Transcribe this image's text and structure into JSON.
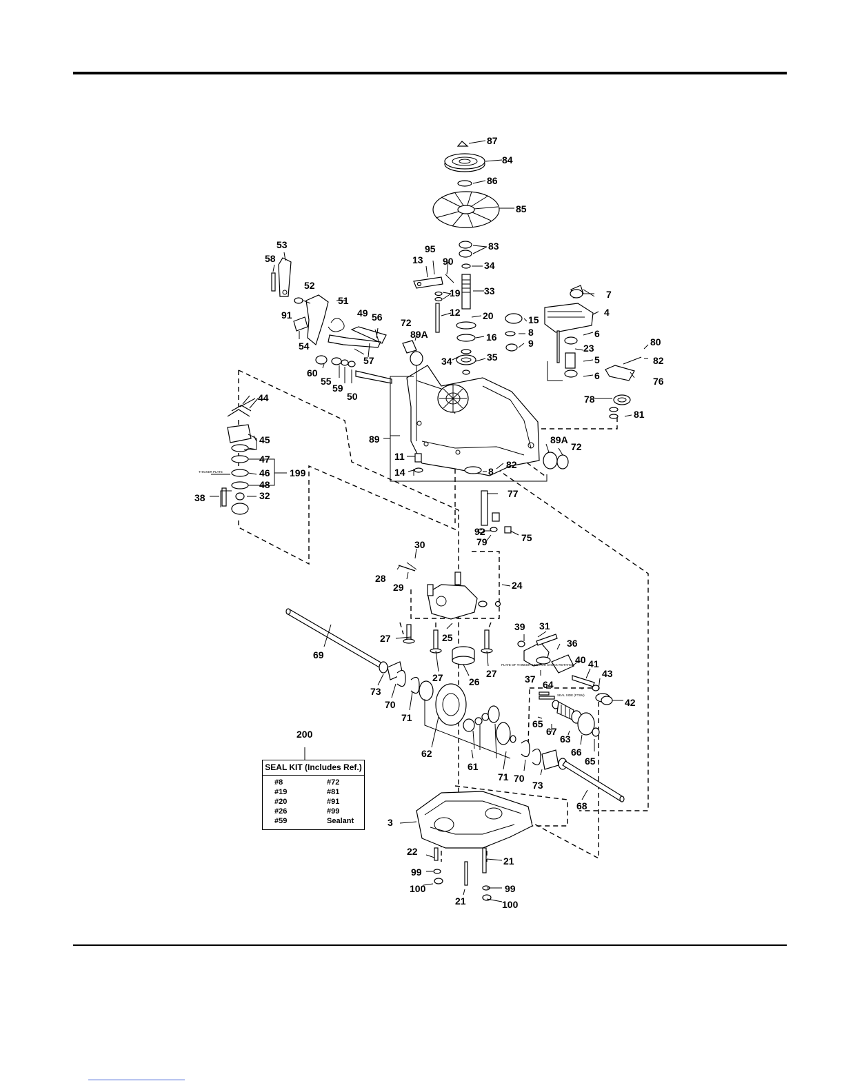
{
  "seal_kit": {
    "ref": "200",
    "title": "SEAL KIT (Includes Ref.)",
    "items_left": [
      "#8",
      "#19",
      "#20",
      "#26",
      "#59"
    ],
    "items_right": [
      "#72",
      "#81",
      "#91",
      "#99",
      "Sealant"
    ]
  },
  "tiny_labels": {
    "thicker_plate": "THICKER PLATE",
    "plate_note": "PLATE OF THINKER SIDE FOR CHECK-ROTATION",
    "seal_side": "SEAL SIDE (FTSM)"
  },
  "callouts": {
    "c87": "87",
    "c84": "84",
    "c86": "86",
    "c85": "85",
    "c53": "53",
    "c58": "58",
    "c52": "52",
    "c91": "91",
    "c51": "51",
    "c54": "54",
    "c49": "49",
    "c56": "56",
    "c57": "57",
    "c60": "60",
    "c55": "55",
    "c59": "59",
    "c50": "50",
    "c95": "95",
    "c13": "13",
    "c90": "90",
    "c83": "83",
    "c34a": "34",
    "c19": "19",
    "c33": "33",
    "c12": "12",
    "c20": "20",
    "c16": "16",
    "c34b": "34",
    "c35": "35",
    "c72a": "72",
    "c89Aa": "89A",
    "c15": "15",
    "c8a": "8",
    "c9": "9",
    "c7": "7",
    "c4": "4",
    "c6a": "6",
    "c23": "23",
    "c5": "5",
    "c6b": "6",
    "c80": "80",
    "c82a": "82",
    "c76": "76",
    "c78": "78",
    "c81": "81",
    "c44": "44",
    "c45": "45",
    "c47": "47",
    "c46": "46",
    "c48": "48",
    "c199": "199",
    "c38": "38",
    "c32": "32",
    "c89": "89",
    "c11": "11",
    "c14": "14",
    "c8b": "8",
    "c82b": "82",
    "c89Ab": "89A",
    "c72b": "72",
    "c77": "77",
    "c92": "92",
    "c79": "79",
    "c75": "75",
    "c30": "30",
    "c28": "28",
    "c29": "29",
    "c24": "24",
    "c27a": "27",
    "c25": "25",
    "c27b": "27",
    "c27c": "27",
    "c26": "26",
    "c39": "39",
    "c31": "31",
    "c36": "36",
    "c40": "40",
    "c41": "41",
    "c37": "37",
    "c64": "64",
    "c43": "43",
    "c42": "42",
    "c69": "69",
    "c73a": "73",
    "c70a": "70",
    "c71a": "71",
    "c65a": "65",
    "c67": "67",
    "c63": "63",
    "c66": "66",
    "c65b": "65",
    "c62": "62",
    "c61": "61",
    "c71b": "71",
    "c70b": "70",
    "c73b": "73",
    "c68": "68",
    "c3": "3",
    "c22": "22",
    "c99a": "99",
    "c100a": "100",
    "c21a": "21",
    "c21b": "21",
    "c99b": "99",
    "c100b": "100"
  }
}
